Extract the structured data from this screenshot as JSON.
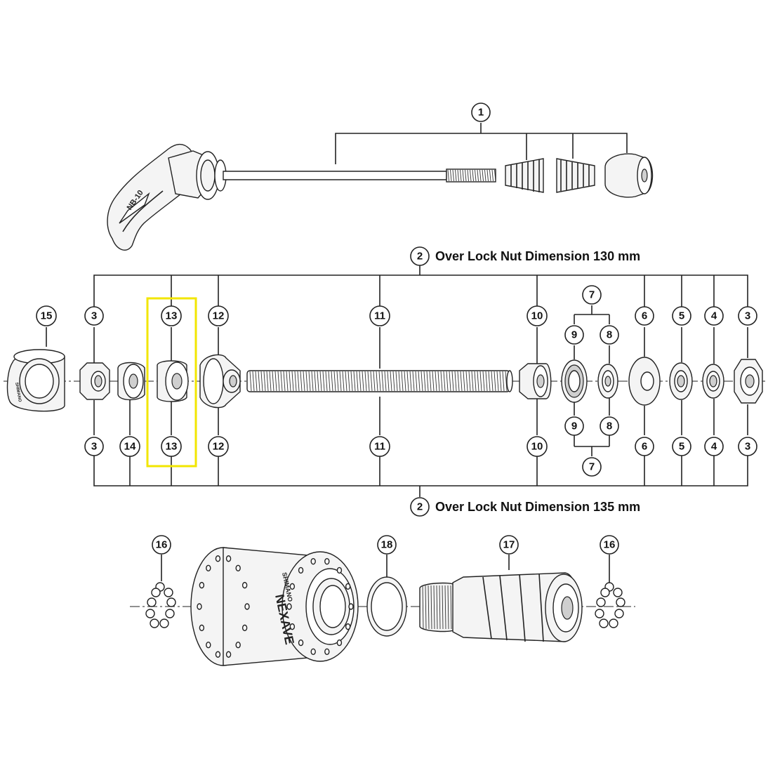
{
  "callouts": {
    "c1": "1",
    "c2_top": "2",
    "c2_bottom": "2",
    "c3": "3",
    "c4": "4",
    "c5": "5",
    "c6": "6",
    "c7": "7",
    "c8": "8",
    "c9": "9",
    "c10": "10",
    "c11": "11",
    "c12": "12",
    "c13": "13",
    "c14": "14",
    "c15": "15",
    "c16": "16",
    "c17": "17",
    "c18": "18"
  },
  "dimensions": {
    "top": "Over Lock Nut Dimension 130 mm",
    "bottom": "Over Lock Nut Dimension 135 mm"
  },
  "labels": {
    "lever_brand": "NB-10",
    "hub_brand": "NEXAVE",
    "hub_maker": "SHIMANO",
    "cone_cap_maker": "SHIMANO"
  },
  "colors": {
    "highlight": "#f2e600"
  }
}
